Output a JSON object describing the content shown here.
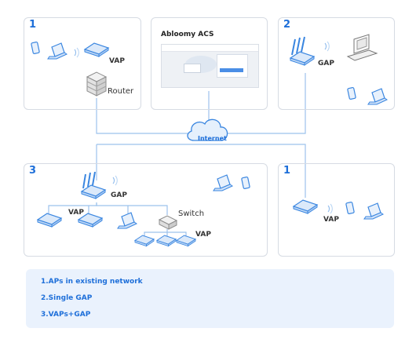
{
  "panels": {
    "top_left_number": "1",
    "top_right_number": "2",
    "bottom_left_number": "3",
    "bottom_right_number": "1",
    "acs_title": "Abloomy ACS"
  },
  "labels": {
    "vap_top": "VAP",
    "router": "Router",
    "gap_top": "GAP",
    "internet": "Internet",
    "gap_bottom": "GAP",
    "vap_left": "VAP",
    "switch": "Switch",
    "vap_switch": "VAP",
    "vap_right": "VAP"
  },
  "legend": {
    "items": [
      "1.APs in existing network",
      "2.Single GAP",
      "3.VAPs+GAP"
    ]
  },
  "colors": {
    "accent": "#1e6fd9",
    "line": "#9cc2ec",
    "panel_border": "#d6dbe3",
    "legend_bg": "#eaf2fd"
  },
  "icons": [
    "phone-icon",
    "laptop-icon",
    "access-point-icon",
    "router-icon",
    "desktop-computer-icon",
    "cloud-icon",
    "switch-icon",
    "wifi-signal-icon"
  ]
}
